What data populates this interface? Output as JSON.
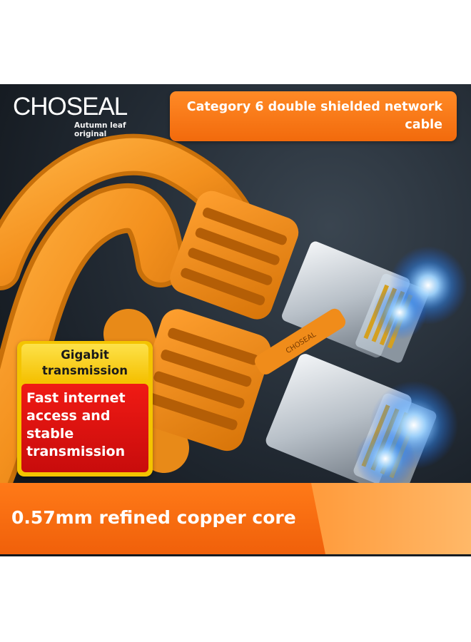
{
  "brand": {
    "name": "CHOSEAL",
    "tagline_line1": "Autumn leaf",
    "tagline_line2": "original"
  },
  "title_banner": {
    "line1": "Category 6 double shielded network",
    "line2": "cable"
  },
  "feature": {
    "heading_line1": "Gigabit",
    "heading_line2": "transmission",
    "body_line1": "Fast internet",
    "body_line2": "access and",
    "body_line3": "stable",
    "body_line4": "transmission"
  },
  "bottom_banner": {
    "text": "0.57mm refined copper core"
  },
  "plug_print": "CHOSEAL",
  "colors": {
    "cable_orange": "#f4911e",
    "banner_orange": "#f26a0c",
    "feature_yellow": "#f4c400",
    "feature_red": "#e0140f",
    "background_dark": "#1c232c",
    "led_blue": "#5fb4ff"
  }
}
